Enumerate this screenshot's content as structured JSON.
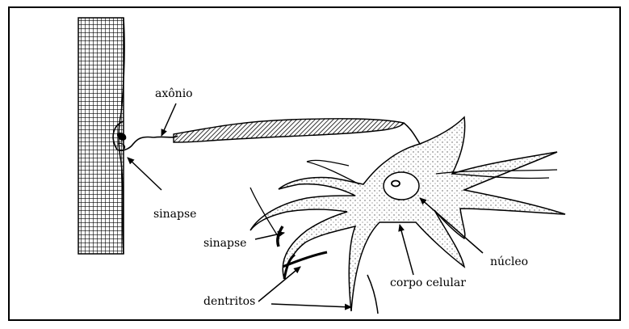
{
  "labels": {
    "axonio": "axônio",
    "sinapse_top": "sinapse",
    "sinapse_bottom": "sinapse",
    "nucleo": "núcleo",
    "corpo_celular": "corpo celular",
    "dentritos": "dentritos"
  },
  "colors": {
    "ink": "#000000",
    "background": "#ffffff",
    "soma_stipple": "#555555"
  }
}
